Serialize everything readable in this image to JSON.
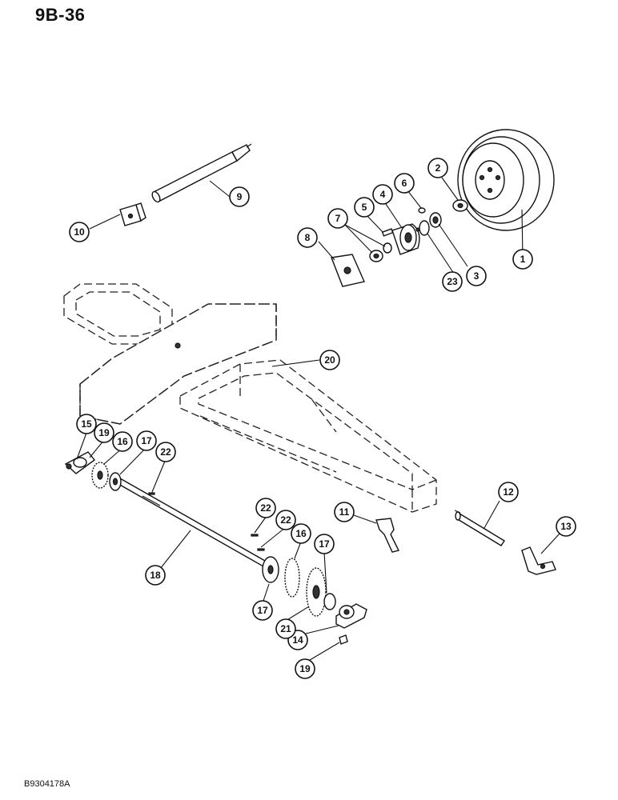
{
  "header": {
    "page_code": "9B-36"
  },
  "footer": {
    "figure_code": "B9304178A"
  },
  "callouts": {
    "c1": "1",
    "c2": "2",
    "c3": "3",
    "c4": "4",
    "c5": "5",
    "c6": "6",
    "c7": "7",
    "c8": "8",
    "c9": "9",
    "c10": "10",
    "c11": "11",
    "c12": "12",
    "c13": "13",
    "c14": "14",
    "c15": "15",
    "c16a": "16",
    "c16b": "16",
    "c17a": "17",
    "c17b": "17",
    "c17c": "17",
    "c18": "18",
    "c19a": "19",
    "c19b": "19",
    "c20": "20",
    "c21": "21",
    "c22a": "22",
    "c22b": "22",
    "c22c": "22",
    "c23": "23"
  }
}
